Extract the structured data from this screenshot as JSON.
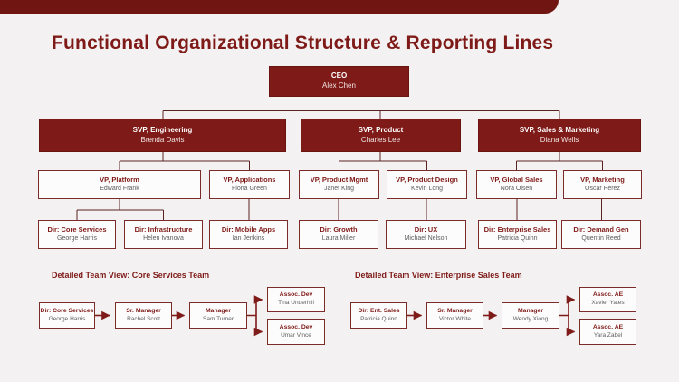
{
  "title": "Functional Organizational Structure & Reporting Lines",
  "org": {
    "ceo": {
      "title": "CEO",
      "name": "Alex Chen"
    },
    "svps": [
      {
        "title": "SVP, Engineering",
        "name": "Brenda Davis"
      },
      {
        "title": "SVP, Product",
        "name": "Charles Lee"
      },
      {
        "title": "SVP, Sales & Marketing",
        "name": "Diana Wells"
      }
    ],
    "vps": [
      {
        "title": "VP, Platform",
        "name": "Edward Frank"
      },
      {
        "title": "VP, Applications",
        "name": "Fiona Green"
      },
      {
        "title": "VP, Product Mgmt",
        "name": "Janet King"
      },
      {
        "title": "VP, Product Design",
        "name": "Kevin Long"
      },
      {
        "title": "VP, Global Sales",
        "name": "Nora Olsen"
      },
      {
        "title": "VP, Marketing",
        "name": "Oscar Perez"
      }
    ],
    "directors": [
      {
        "title": "Dir: Core Services",
        "name": "George Harris"
      },
      {
        "title": "Dir: Infrastructure",
        "name": "Helen Ivanova"
      },
      {
        "title": "Dir: Mobile Apps",
        "name": "Ian Jenkins"
      },
      {
        "title": "Dir: Growth",
        "name": "Laura Miller"
      },
      {
        "title": "Dir: UX",
        "name": "Michael Nelson"
      },
      {
        "title": "Dir: Enterprise Sales",
        "name": "Patricia Quinn"
      },
      {
        "title": "Dir: Demand Gen",
        "name": "Quentin Reed"
      }
    ]
  },
  "teams": [
    {
      "heading": "Detailed Team View: Core Services Team",
      "chain": [
        {
          "title": "Dir: Core Services",
          "name": "George Harris"
        },
        {
          "title": "Sr. Manager",
          "name": "Rachel Scott"
        },
        {
          "title": "Manager",
          "name": "Sam Turner"
        }
      ],
      "leaves": [
        {
          "title": "Assoc. Dev",
          "name": "Tina Underhill"
        },
        {
          "title": "Assoc. Dev",
          "name": "Umar Vince"
        }
      ]
    },
    {
      "heading": "Detailed Team View: Enterprise Sales Team",
      "chain": [
        {
          "title": "Dir: Ent. Sales",
          "name": "Patricia Quinn"
        },
        {
          "title": "Sr. Manager",
          "name": "Victor White"
        },
        {
          "title": "Manager",
          "name": "Wendy Xiong"
        }
      ],
      "leaves": [
        {
          "title": "Assoc. AE",
          "name": "Xavier Yates"
        },
        {
          "title": "Assoc. AE",
          "name": "Yara Zabel"
        }
      ]
    }
  ],
  "colors": {
    "maroon": "#7E1A17",
    "top_bar": "#701512",
    "background": "#F4F1F2",
    "connector_line": "#5A2320",
    "secondary_text": "#5D5D5D"
  }
}
